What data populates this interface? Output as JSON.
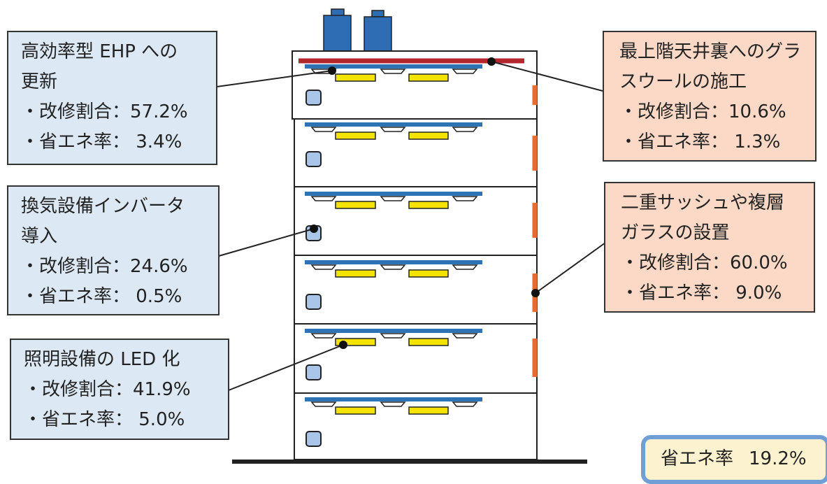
{
  "callouts": [
    {
      "id": "ehp",
      "lines": [
        "高効率型 EHP への",
        "更新"
      ],
      "rate_label": "・改修割合：57.2%",
      "saving_label": "・省エネ率：  3.4%"
    },
    {
      "id": "ventilation",
      "lines": [
        "換気設備インバータ",
        "導入"
      ],
      "rate_label": "・改修割合：24.6%",
      "saving_label": "・省エネ率：  0.5%"
    },
    {
      "id": "led",
      "lines": [
        "照明設備の LED 化"
      ],
      "rate_label": "・改修割合：41.9%",
      "saving_label": "・省エネ率：  5.0%"
    },
    {
      "id": "glasswool",
      "lines": [
        "最上階天井裏へのグラ",
        "スウールの施工"
      ],
      "rate_label": "・改修割合：10.6%",
      "saving_label": "・省エネ率：  1.3%"
    },
    {
      "id": "sash",
      "lines": [
        "二重サッシュや複層",
        "ガラスの設置"
      ],
      "rate_label": "・改修割合：60.0%",
      "saving_label": "・省エネ率：  9.0%"
    }
  ],
  "summary": {
    "label": "省エネ率",
    "value": "19.2%"
  },
  "colors": {
    "callout_blue": "#dce8f3",
    "callout_peach": "#fbd9c6",
    "summary_fill": "#fdf2cf",
    "summary_border": "#6f9fd6",
    "ceiling_insulation": "#b5262d",
    "ceiling_panel": "#2e74b5",
    "light_fixture": "#f5e400",
    "window_sash": "#ed6a2f",
    "outdoor_unit": "#2e6db4",
    "indoor_unit": "#a9c6e8"
  }
}
